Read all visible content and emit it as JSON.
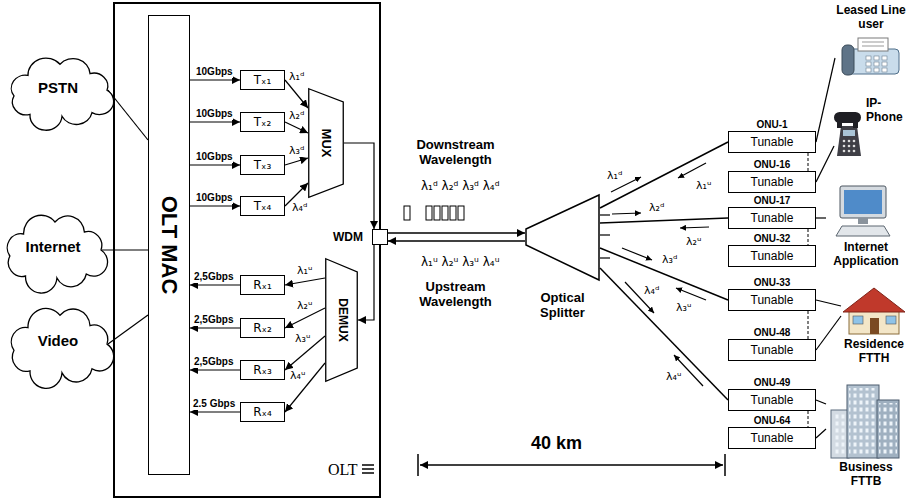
{
  "diagram": {
    "nodes": [
      {
        "text": [
          "PSTN"
        ]
      },
      {
        "text": [
          "Internet"
        ]
      },
      {
        "text": [
          "Video"
        ]
      },
      {
        "text": [
          "OLT"
        ]
      },
      {
        "text": [
          "OLT MAC"
        ],
        "in": 3
      },
      {
        "text": [
          "Tₓ₁"
        ],
        "in": 3
      },
      {
        "text": [
          "Tₓ₂"
        ],
        "in": 3
      },
      {
        "text": [
          "Tₓ₃"
        ],
        "in": 3
      },
      {
        "text": [
          "Tₓ₄"
        ],
        "in": 3
      },
      {
        "text": [
          "MUX"
        ],
        "in": 3
      },
      {
        "text": [
          "WDM"
        ],
        "in": 3
      },
      {
        "text": [
          "Rₓ₁"
        ],
        "in": 3
      },
      {
        "text": [
          "Rₓ₂"
        ],
        "in": 3
      },
      {
        "text": [
          "Rₓ₃"
        ],
        "in": 3
      },
      {
        "text": [
          "Rₓ₄"
        ],
        "in": 3
      },
      {
        "text": [
          "DEMUX"
        ],
        "in": 3
      },
      {
        "text": [
          "Optical Splitter"
        ]
      },
      {
        "text": [
          "ONU-1",
          "Tunable"
        ]
      },
      {
        "text": [
          "ONU-16",
          "Tunable"
        ]
      },
      {
        "text": [
          "ONU-17",
          "Tunable"
        ]
      },
      {
        "text": [
          "ONU-32",
          "Tunable"
        ]
      },
      {
        "text": [
          "ONU-33",
          "Tunable"
        ]
      },
      {
        "text": [
          "ONU-48",
          "Tunable"
        ]
      },
      {
        "text": [
          "ONU-49",
          "Tunable"
        ]
      },
      {
        "text": [
          "ONU-64",
          "Tunable"
        ]
      },
      {
        "text": [
          "Leased Line user"
        ]
      },
      {
        "text": [
          "IP-Phone"
        ]
      },
      {
        "text": [
          "Internet Application"
        ]
      },
      {
        "text": [
          "Residence FTTH"
        ]
      },
      {
        "text": [
          "Business FTTB"
        ]
      }
    ],
    "edges": [
      {
        "from": 0,
        "to": 4,
        "arrow": "none"
      },
      {
        "from": 1,
        "to": 4,
        "arrow": "none"
      },
      {
        "from": 2,
        "to": 4,
        "arrow": "none"
      },
      {
        "from": 4,
        "to": 5,
        "arrow": "to",
        "label": "10Gbps"
      },
      {
        "from": 4,
        "to": 6,
        "arrow": "to",
        "label": "10Gbps"
      },
      {
        "from": 4,
        "to": 7,
        "arrow": "to",
        "label": "10Gbps"
      },
      {
        "from": 4,
        "to": 8,
        "arrow": "to",
        "label": "10Gbps"
      },
      {
        "from": 5,
        "to": 9,
        "arrow": "to",
        "label": "λ₁ᵈ"
      },
      {
        "from": 6,
        "to": 9,
        "arrow": "to",
        "label": "λ₂ᵈ"
      },
      {
        "from": 7,
        "to": 9,
        "arrow": "to",
        "label": "λ₃ᵈ"
      },
      {
        "from": 8,
        "to": 9,
        "arrow": "to",
        "label": "λ₄ᵈ"
      },
      {
        "from": 9,
        "to": 10,
        "arrow": "to"
      },
      {
        "from": 10,
        "to": 15,
        "arrow": "to"
      },
      {
        "from": 15,
        "to": 11,
        "arrow": "to",
        "label": "λ₁ᵘ"
      },
      {
        "from": 15,
        "to": 12,
        "arrow": "to",
        "label": "λ₂ᵘ"
      },
      {
        "from": 15,
        "to": 13,
        "arrow": "to",
        "label": "λ₃ᵘ"
      },
      {
        "from": 15,
        "to": 14,
        "arrow": "to",
        "label": "λ₄ᵘ"
      },
      {
        "from": 11,
        "to": 4,
        "arrow": "to",
        "label": "2,5Gbps"
      },
      {
        "from": 12,
        "to": 4,
        "arrow": "to",
        "label": "2,5Gbps"
      },
      {
        "from": 13,
        "to": 4,
        "arrow": "to",
        "label": "2,5Gbps"
      },
      {
        "from": 14,
        "to": 4,
        "arrow": "to",
        "label": "2.5 Gbps"
      },
      {
        "from": 10,
        "to": 16,
        "arrow": "to",
        "label": "Downstream Wavelength"
      },
      {
        "from": 16,
        "to": 10,
        "arrow": "to",
        "label": "Upstream Wavelength"
      },
      {
        "from": 16,
        "to": 17,
        "arrow": "none"
      },
      {
        "from": 16,
        "to": 19,
        "arrow": "none"
      },
      {
        "from": 16,
        "to": 21,
        "arrow": "none"
      },
      {
        "from": 16,
        "to": 23,
        "arrow": "none"
      },
      {
        "from": 17,
        "to": 25,
        "arrow": "none"
      },
      {
        "from": 18,
        "to": 26,
        "arrow": "none"
      },
      {
        "from": 19,
        "to": 27,
        "arrow": "none"
      },
      {
        "from": 21,
        "to": 28,
        "arrow": "none"
      },
      {
        "from": 22,
        "to": 28,
        "arrow": "none"
      },
      {
        "from": 23,
        "to": 29,
        "arrow": "none"
      },
      {
        "from": 24,
        "to": 29,
        "arrow": "none"
      }
    ],
    "labels": [
      "λ₁ᵈ λ₂ᵈ λ₃ᵈ λ₄ᵈ",
      "λ₁ᵘ λ₂ᵘ λ₃ᵘ λ₄ᵘ",
      "λ₁ᵈ",
      "λ₁ᵘ",
      "λ₂ᵈ",
      "λ₂ᵘ",
      "λ₃ᵈ",
      "λ₃ᵘ",
      "λ₄ᵈ",
      "λ₄ᵘ",
      "40 km"
    ]
  }
}
